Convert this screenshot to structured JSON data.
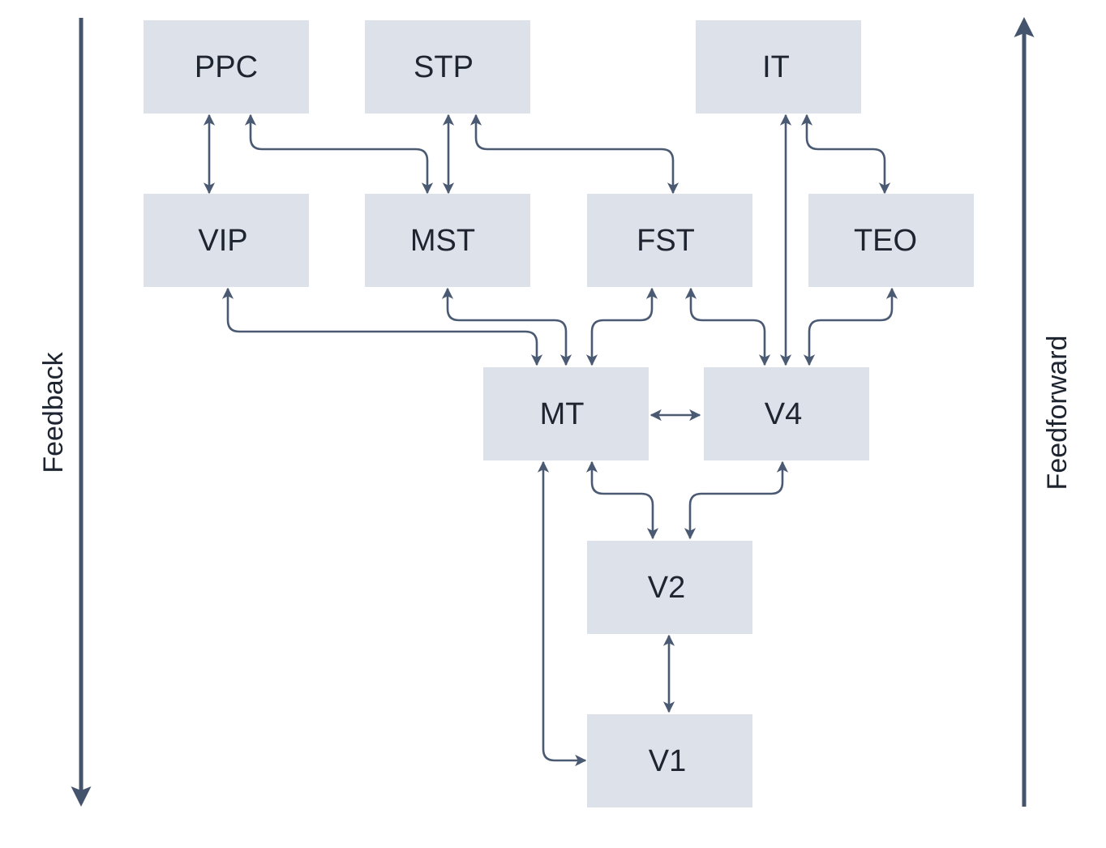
{
  "diagram": {
    "type": "visual-cortex-hierarchy",
    "nodes": [
      {
        "id": "PPC",
        "label": "PPC"
      },
      {
        "id": "STP",
        "label": "STP"
      },
      {
        "id": "IT",
        "label": "IT"
      },
      {
        "id": "VIP",
        "label": "VIP"
      },
      {
        "id": "MST",
        "label": "MST"
      },
      {
        "id": "FST",
        "label": "FST"
      },
      {
        "id": "TEO",
        "label": "TEO"
      },
      {
        "id": "MT",
        "label": "MT"
      },
      {
        "id": "V4",
        "label": "V4"
      },
      {
        "id": "V2",
        "label": "V2"
      },
      {
        "id": "V1",
        "label": "V1"
      }
    ],
    "edges": [
      {
        "from": "PPC",
        "to": "VIP",
        "direction": "both"
      },
      {
        "from": "PPC",
        "to": "MST",
        "direction": "both"
      },
      {
        "from": "STP",
        "to": "MST",
        "direction": "both"
      },
      {
        "from": "STP",
        "to": "FST",
        "direction": "both"
      },
      {
        "from": "IT",
        "to": "V4",
        "direction": "both"
      },
      {
        "from": "IT",
        "to": "TEO",
        "direction": "both"
      },
      {
        "from": "VIP",
        "to": "MT",
        "direction": "both"
      },
      {
        "from": "MST",
        "to": "MT",
        "direction": "both"
      },
      {
        "from": "FST",
        "to": "MT",
        "direction": "both"
      },
      {
        "from": "FST",
        "to": "V4",
        "direction": "both"
      },
      {
        "from": "TEO",
        "to": "V4",
        "direction": "both"
      },
      {
        "from": "MT",
        "to": "V4",
        "direction": "both"
      },
      {
        "from": "MT",
        "to": "V2",
        "direction": "both"
      },
      {
        "from": "V4",
        "to": "V2",
        "direction": "both"
      },
      {
        "from": "V2",
        "to": "V1",
        "direction": "both"
      },
      {
        "from": "MT",
        "to": "V1",
        "direction": "both"
      }
    ],
    "left_axis": {
      "label": "Feedback",
      "direction": "down"
    },
    "right_axis": {
      "label": "Feedforward",
      "direction": "up"
    }
  },
  "colors": {
    "node_fill": "#dde1e9",
    "edge": "#4a5a73",
    "axis_arrow": "#44546c",
    "text": "#1e2530"
  }
}
